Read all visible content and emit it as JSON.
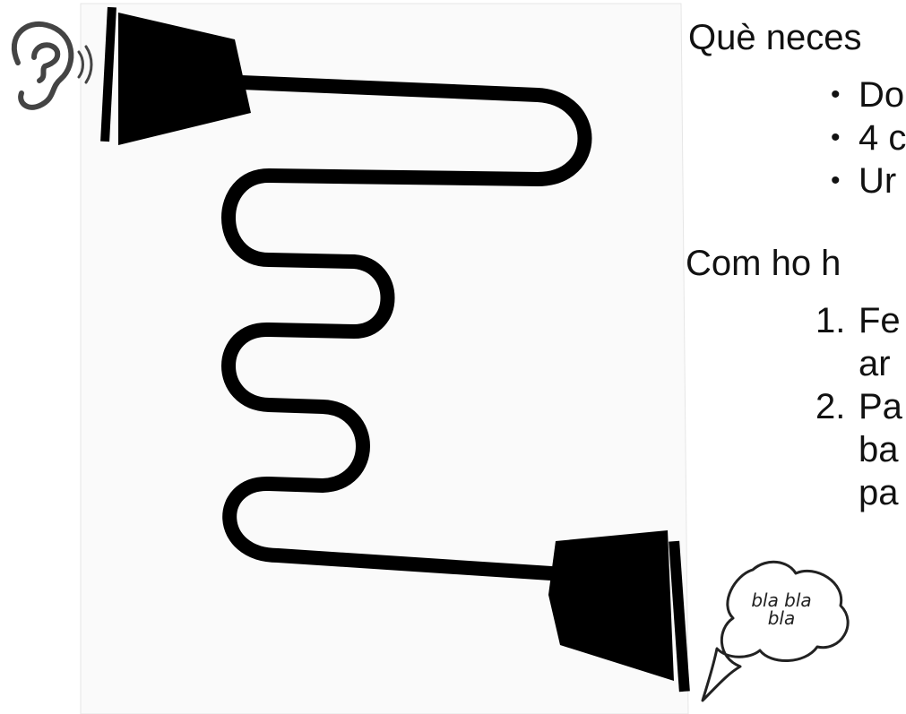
{
  "heading_materials": "Què neces",
  "materials": [
    "Do",
    "4 c",
    "Ur"
  ],
  "heading_steps": "Com ho h",
  "steps": [
    {
      "number": "1.",
      "lines": [
        "Fe",
        "ar"
      ]
    },
    {
      "number": "2.",
      "lines": [
        "Pa",
        "ba",
        "pa"
      ]
    }
  ],
  "bubble_line1": "bla bla",
  "bubble_line2": "bla",
  "icons": {
    "ear": "ear-icon",
    "sound_waves": "sound-waves-icon",
    "speech_bubble": "speech-bubble-icon",
    "cup": "cup-icon",
    "string": "string-icon"
  },
  "colors": {
    "ink": "#111111",
    "page": "#ffffff"
  }
}
